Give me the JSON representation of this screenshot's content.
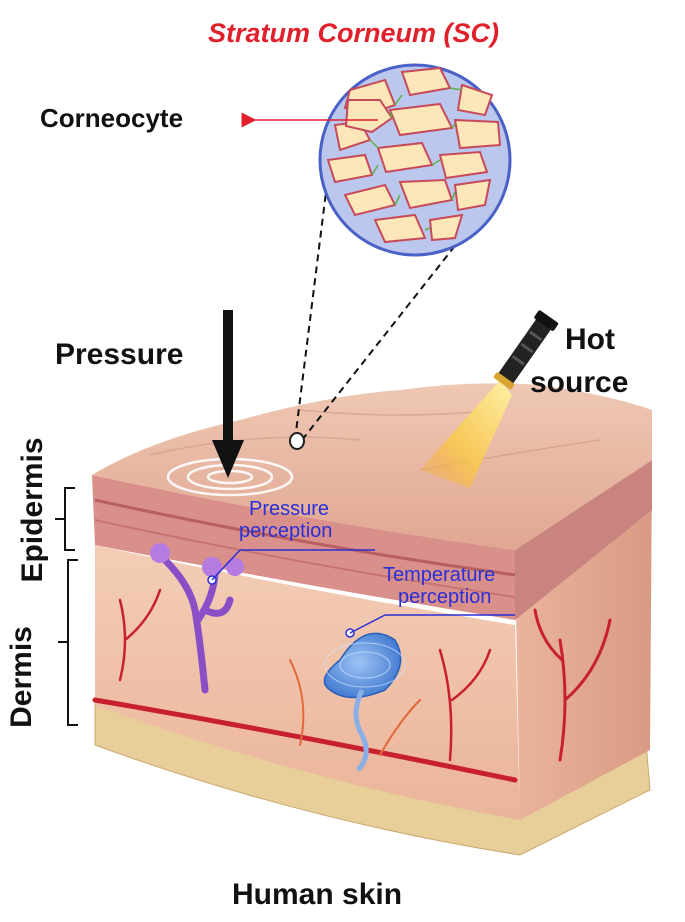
{
  "labels": {
    "sc_title": "Stratum Corneum (SC)",
    "corneocyte": "Corneocyte",
    "pressure": "Pressure",
    "hot_line1": "Hot",
    "hot_line2": "source",
    "pressure_perception_line1": "Pressure",
    "pressure_perception_line2": "perception",
    "temperature_perception_line1": "Temperature",
    "temperature_perception_line2": "perception",
    "epidermis": "Epidermis",
    "dermis": "Dermis",
    "caption": "Human skin"
  },
  "colors": {
    "title_red": "#e0202a",
    "perception_blue": "#2a2fd8",
    "skin_surface": "#e9b9a4",
    "epidermis_band": "#d98f8a",
    "dermis": "#f1c3aa",
    "fat_base": "#e8cf9a",
    "cell_fill": "#fde7b8",
    "cell_border": "#c74a5a",
    "cell_gap": "#5bb04a",
    "vessel_red": "#c8202c",
    "nerve_purple": "#8a4fc7"
  }
}
